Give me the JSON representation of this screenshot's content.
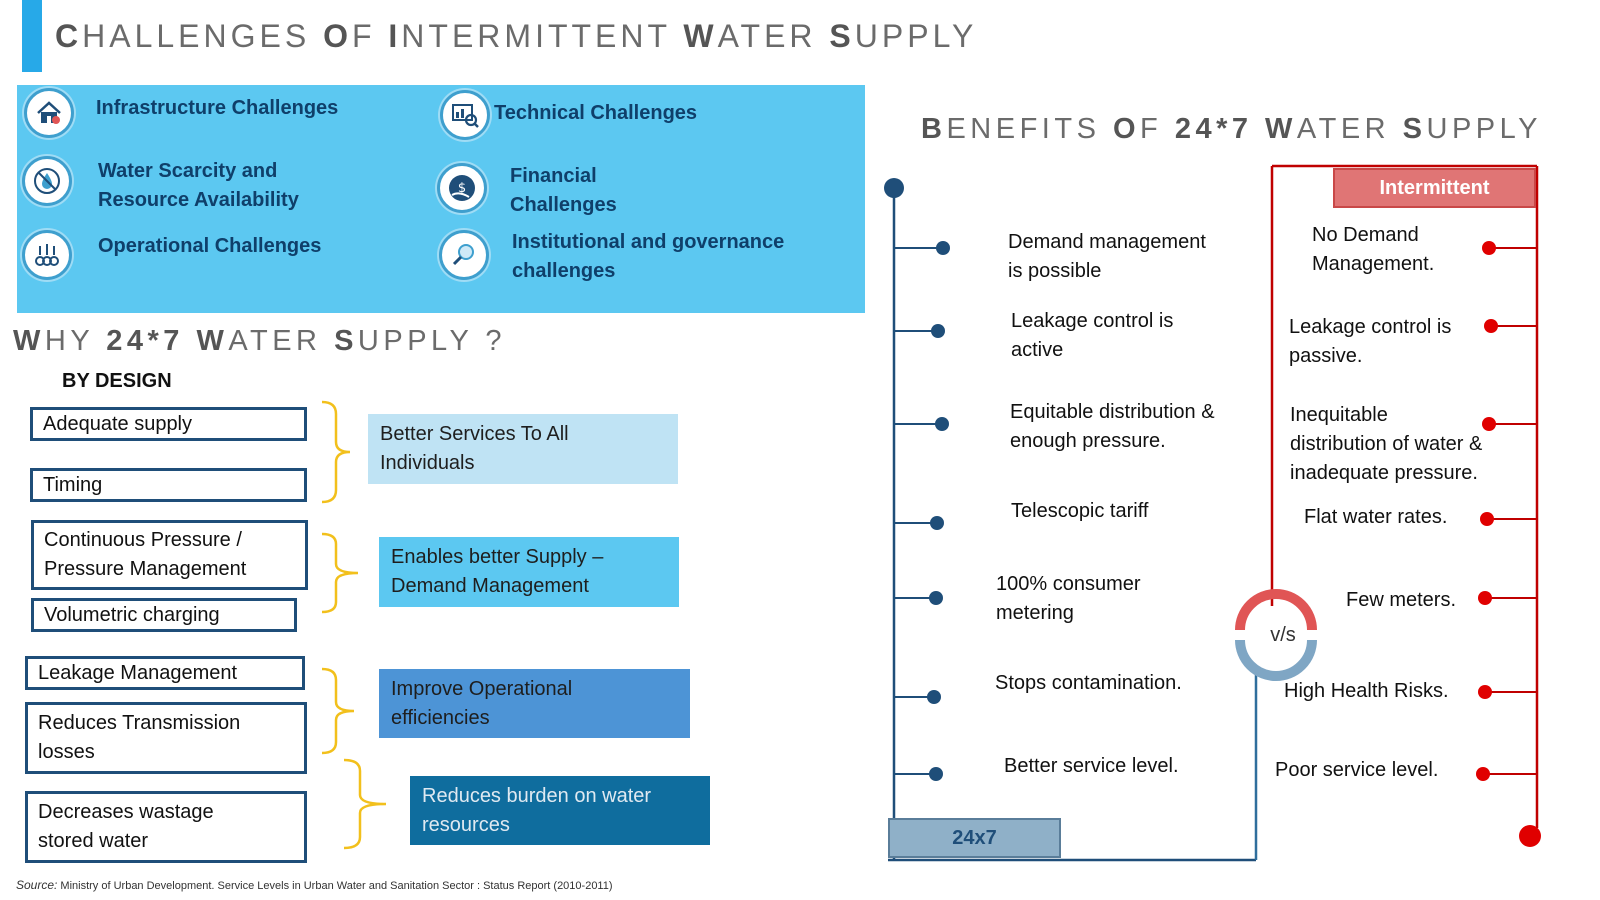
{
  "title": {
    "parts": [
      {
        "text": "C",
        "bold": true
      },
      {
        "text": "HALLENGES ",
        "bold": false
      },
      {
        "text": "O",
        "bold": true
      },
      {
        "text": "F ",
        "bold": false
      },
      {
        "text": "I",
        "bold": true
      },
      {
        "text": "NTERMITTENT ",
        "bold": false
      },
      {
        "text": "W",
        "bold": true
      },
      {
        "text": "ATER ",
        "bold": false
      },
      {
        "text": "S",
        "bold": true
      },
      {
        "text": "UPPLY",
        "bold": false
      }
    ]
  },
  "challenges": {
    "infrastructure": "Infrastructure Challenges",
    "technical": "Technical Challenges",
    "water_scarcity_1": "Water Scarcity and",
    "water_scarcity_2": "Resource Availability",
    "financial_1": "Financial",
    "financial_2": "Challenges",
    "operational": "Operational Challenges",
    "institutional_1": "Institutional and governance",
    "institutional_2": "challenges",
    "icons": [
      "house-icon",
      "chart-magnifier-icon",
      "water-drop-icon",
      "money-hand-icon",
      "gears-people-icon",
      "magnifier-icon"
    ]
  },
  "why": {
    "title_parts": [
      {
        "text": "W",
        "bold": true
      },
      {
        "text": "HY ",
        "bold": false
      },
      {
        "text": "24*7 ",
        "bold": true
      },
      {
        "text": "W",
        "bold": true
      },
      {
        "text": "ATER ",
        "bold": false
      },
      {
        "text": "S",
        "bold": true
      },
      {
        "text": "UPPLY ?",
        "bold": false
      }
    ],
    "by_design": "BY DESIGN",
    "reasons": {
      "adequate": "Adequate supply",
      "timing": "Timing",
      "continuous_1": "Continuous Pressure /",
      "continuous_2": "Pressure Management",
      "volumetric": "Volumetric charging",
      "leakage": "Leakage Management",
      "transmission_1": "Reduces Transmission",
      "transmission_2": "losses",
      "wastage_1": "Decreases wastage",
      "wastage_2": "stored water"
    },
    "outcomes": {
      "better_services_1": "Better Services To All",
      "better_services_2": "Individuals",
      "enables_1": "Enables better Supply –",
      "enables_2": "Demand Management",
      "improve_1": "Improve Operational",
      "improve_2": "efficiencies",
      "burden_1": "Reduces burden on water",
      "burden_2": "resources"
    },
    "colors": {
      "outcome1": "#bfe3f4",
      "outcome2": "#5cc8f1",
      "outcome3": "#4d94d6",
      "outcome4": "#0f6d9e",
      "brace": "#f2c01c"
    }
  },
  "benefits": {
    "title_parts": [
      {
        "text": "B",
        "bold": true
      },
      {
        "text": "ENEFITS ",
        "bold": false
      },
      {
        "text": "O",
        "bold": true
      },
      {
        "text": "F ",
        "bold": false
      },
      {
        "text": "24*7 ",
        "bold": true
      },
      {
        "text": "W",
        "bold": true
      },
      {
        "text": "ATER ",
        "bold": false
      },
      {
        "text": "S",
        "bold": true
      },
      {
        "text": "UPPLY",
        "bold": false
      }
    ],
    "left": {
      "demand_1": "Demand management",
      "demand_2": "is possible",
      "leakage_1": "Leakage control is",
      "leakage_2": "active",
      "equitable_1": "Equitable distribution &",
      "equitable_2": "enough pressure.",
      "tariff": "Telescopic tariff",
      "metering_1": "100% consumer",
      "metering_2": "metering",
      "contamination": "Stops contamination.",
      "service": "Better service level."
    },
    "right": {
      "nodemand_1": "No Demand",
      "nodemand_2": "Management.",
      "passive_1": "Leakage control is",
      "passive_2": "passive.",
      "inequitable_1": "Inequitable",
      "inequitable_2": "distribution of water &",
      "inequitable_3": "inadequate pressure.",
      "flat": "Flat water rates.",
      "meters": "Few meters.",
      "health": "High Health Risks.",
      "poor": "Poor service level."
    },
    "intermittent_label": "Intermittent",
    "label_247": "24x7",
    "vs_label": "v/s",
    "colors": {
      "blue_line": "#1f4e79",
      "red_line": "#c00000",
      "red_dot": "#e00000"
    }
  },
  "source": {
    "label": "Source:",
    "text": " Ministry of Urban Development. Service Levels in Urban Water and Sanitation Sector : Status Report (2010-2011)"
  }
}
